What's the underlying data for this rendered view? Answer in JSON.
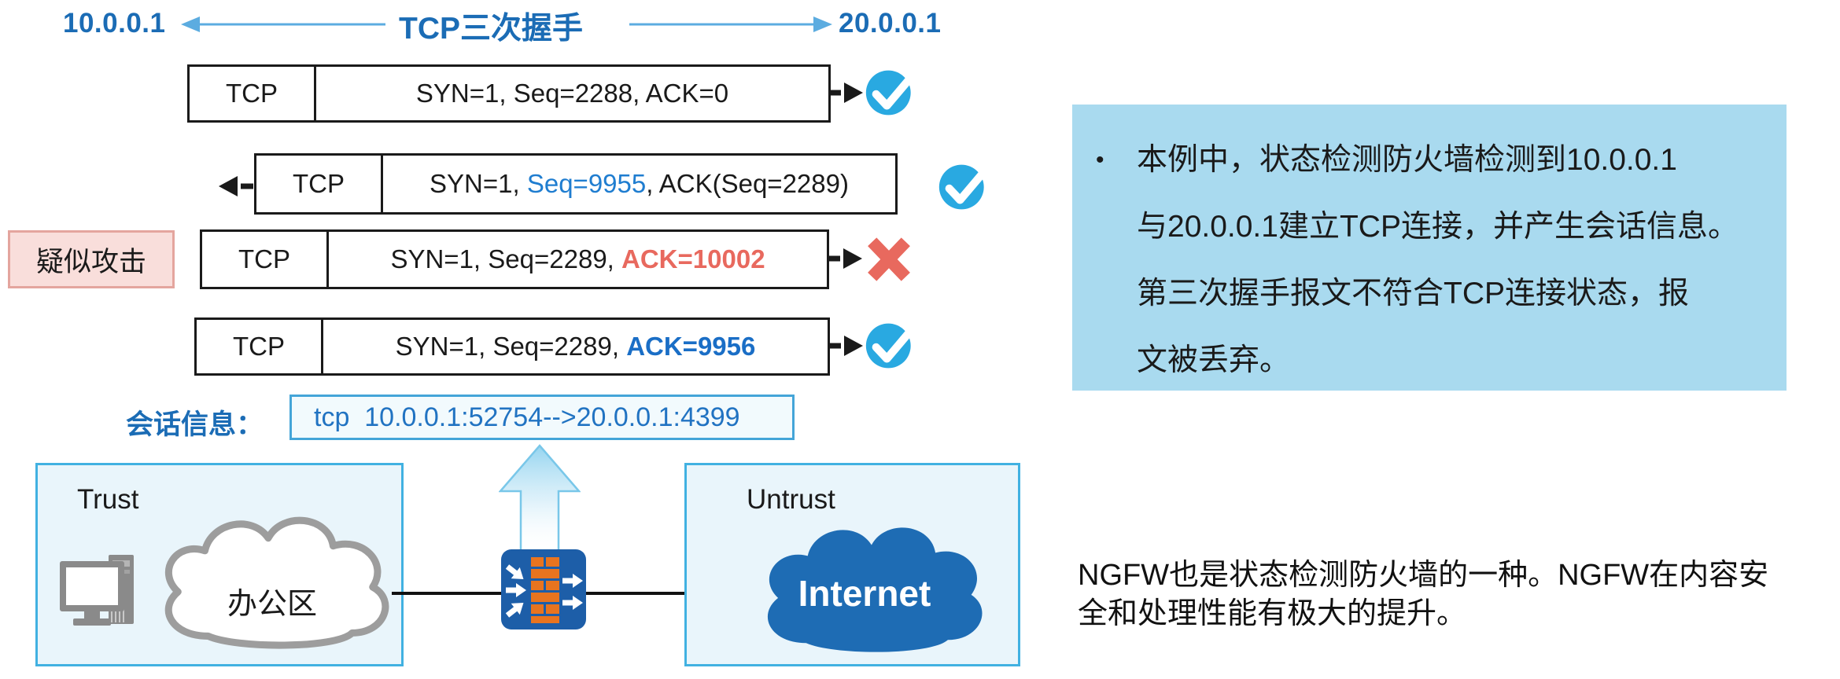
{
  "header": {
    "left_ip": "10.0.0.1",
    "title": "TCP三次握手",
    "right_ip": "20.0.0.1"
  },
  "packets": [
    {
      "protocol": "TCP",
      "seg_a": "SYN=1, Seq=2288, ACK=0",
      "result": "pass"
    },
    {
      "protocol": "TCP",
      "seg_a": "SYN=1, ",
      "seg_b": "Seq=9955",
      "seg_c": ", ACK(Seq=2289)",
      "result": "pass"
    },
    {
      "protocol": "TCP",
      "label": "疑似攻击",
      "seg_a": "SYN=1, Seq=2289, ",
      "seg_b": "ACK=10002",
      "result": "drop"
    },
    {
      "protocol": "TCP",
      "seg_a": "SYN=1, Seq=2289, ",
      "seg_b": "ACK=9956",
      "result": "pass"
    }
  ],
  "session": {
    "label": "会话信息：",
    "value": "tcp  10.0.0.1:52754-->20.0.0.1:4399"
  },
  "zones": {
    "trust": {
      "label": "Trust",
      "cloud_label": "办公区"
    },
    "untrust": {
      "label": "Untrust",
      "cloud_label": "Internet"
    }
  },
  "info_box": {
    "bullet": "•",
    "lines": [
      "本例中，状态检测防火墙检测到10.0.0.1",
      "与20.0.0.1建立TCP连接，并产生会话信息。",
      "第三次握手报文不符合TCP连接状态，报",
      "文被丢弃。"
    ]
  },
  "footer_note": {
    "lines": [
      "NGFW也是状态检测防火墙的一种。NGFW在内容安",
      "全和处理性能有极大的提升。"
    ]
  },
  "colors": {
    "accent_blue": "#1b6cb5",
    "check_blue": "#29a9e1",
    "alert_red": "#e8695e",
    "info_panel_bg": "#a9daef",
    "zone_border": "#41b1e1",
    "firewall_body": "#1d5ea8",
    "brick_orange": "#e8741f",
    "internet_cloud": "#1e6cb4"
  }
}
